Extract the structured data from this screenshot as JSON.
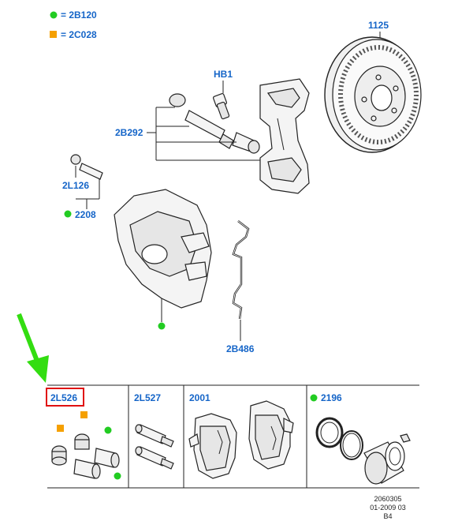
{
  "legend": {
    "green_code": "= 2B120",
    "orange_code": "= 2C028"
  },
  "labels": {
    "disc": "1125",
    "bolt": "HB1",
    "guide_pins": "2B292",
    "bleed": "2L126",
    "bleed_code": "2208",
    "spring": "2B486"
  },
  "kits": [
    {
      "code": "2L526"
    },
    {
      "code": "2L527"
    },
    {
      "code": "2001"
    },
    {
      "code": "2196"
    }
  ],
  "footer": {
    "line1": "2060305",
    "line2": "01-2009 03",
    "line3": "B4"
  },
  "colors": {
    "accent": "#1565c8",
    "green_marker": "#22cc22",
    "orange_marker": "#f5a000",
    "highlight_box": "#e01010",
    "arrow": "#33dd11"
  }
}
